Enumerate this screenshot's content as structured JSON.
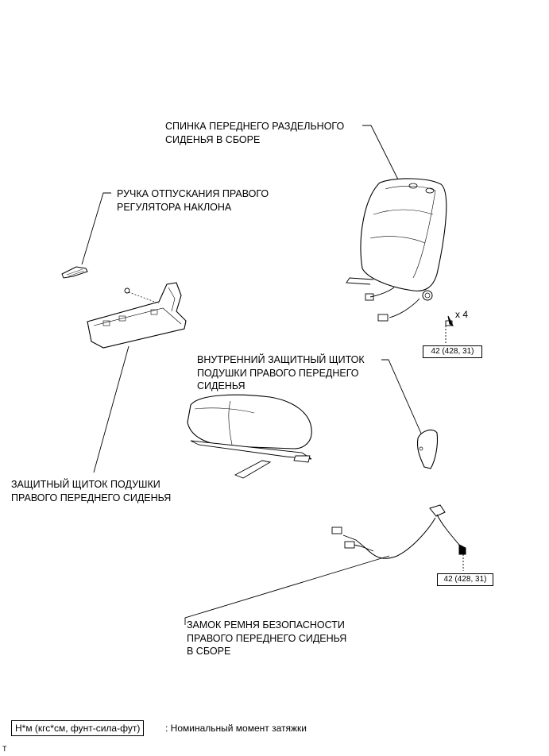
{
  "labels": {
    "seatback": "СПИНКА ПЕРЕДНЕГО РАЗДЕЛЬНОГО\nСИДЕНЬЯ В СБОРЕ",
    "recliner_handle": "РУЧКА ОТПУСКАНИЯ ПРАВОГО\nРЕГУЛЯТОРА НАКЛОНА",
    "inner_shield": "ВНУТРЕННИЙ ЗАЩИТНЫЙ ЩИТОК\nПОДУШКИ ПРАВОГО ПЕРЕДНЕГО\nСИДЕНЬЯ",
    "outer_shield": "ЗАЩИТНЫЙ ЩИТОК ПОДУШКИ\nПРАВОГО ПЕРЕДНЕГО СИДЕНЬЯ",
    "belt_buckle": "ЗАМОК РЕМНЯ БЕЗОПАСНОСТИ\nПРАВОГО ПЕРЕДНЕГО СИДЕНЬЯ\nВ СБОРЕ"
  },
  "torques": {
    "seatback_bolts": "42 (428, 31)",
    "buckle_nut": "42 (428, 31)"
  },
  "quantity": "x 4",
  "legend": {
    "units": "Н*м (кгс*см, фунт-сила-фут)",
    "description": ": Номинальный момент затяжки"
  },
  "corner_mark": "T"
}
